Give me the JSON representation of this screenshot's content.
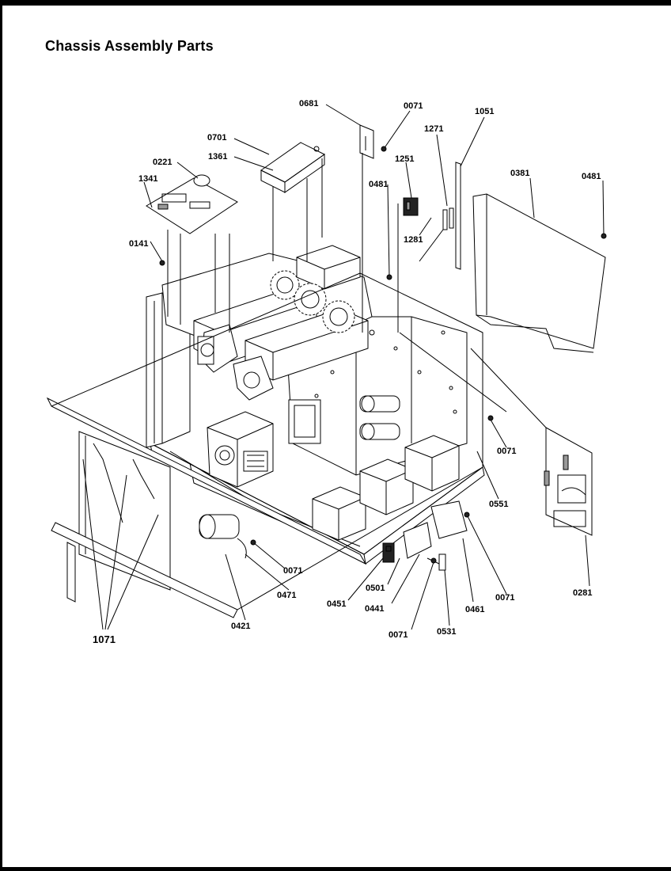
{
  "title": "Chassis Assembly Parts",
  "part_labels": {
    "p0681": "0681",
    "p0071a": "0071",
    "p1271": "1271",
    "p1051": "1051",
    "p0701": "0701",
    "p1361": "1361",
    "p1251": "1251",
    "p0221": "0221",
    "p1341": "1341",
    "p0481a": "0481",
    "p0381": "0381",
    "p0481b": "0481",
    "p1281": "1281",
    "p0141": "0141",
    "p0071b": "0071",
    "p0551": "0551",
    "p0071c": "0071",
    "p0471": "0471",
    "p0451": "0451",
    "p0501": "0501",
    "p0441": "0441",
    "p0461": "0461",
    "p0071d": "0071",
    "p0281": "0281",
    "p0421": "0421",
    "p0071e": "0071",
    "p0531": "0531",
    "p1071": "1071"
  }
}
